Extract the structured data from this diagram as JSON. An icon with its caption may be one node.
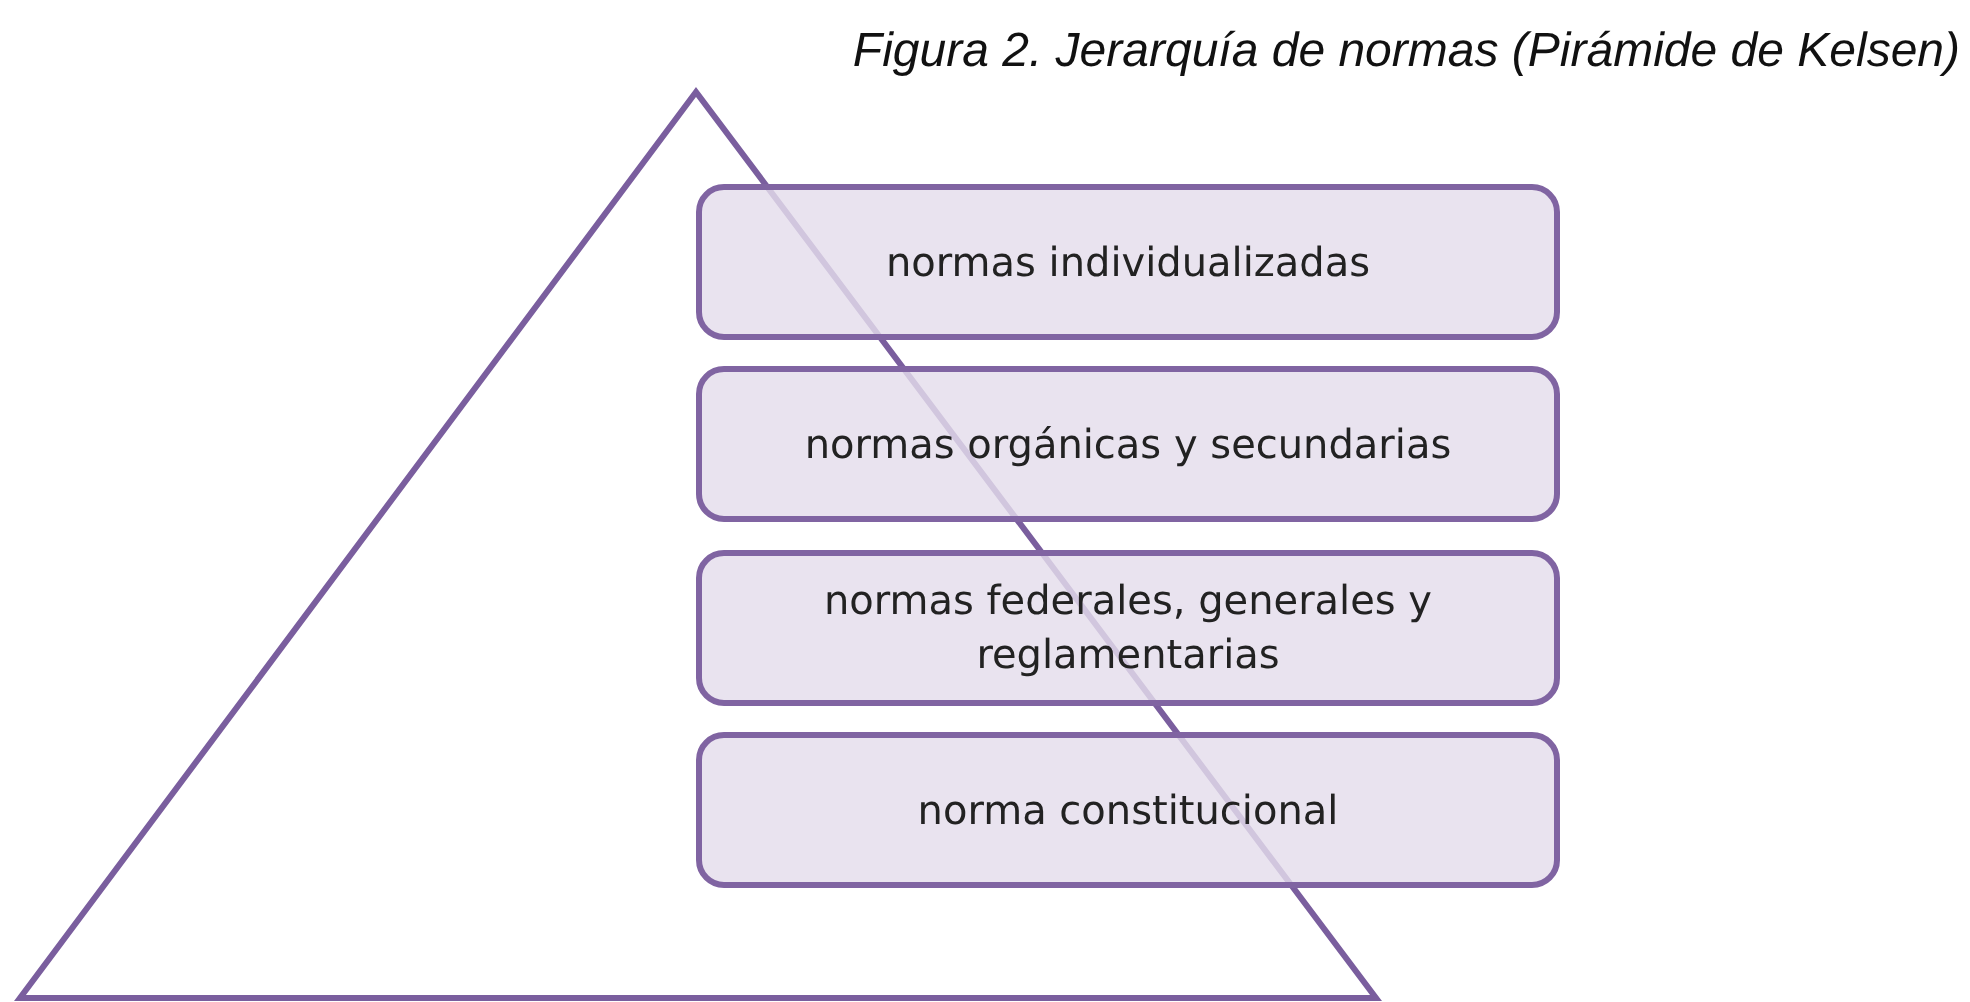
{
  "diagram": {
    "title": "Figura 2. Jerarquía de normas (Pirámide de Kelsen)",
    "nodes": [
      {
        "text": [
          "normas individualizadas"
        ]
      },
      {
        "text": [
          "normas orgánicas y secundarias"
        ]
      },
      {
        "text": [
          "normas federales, generales y reglamentarias"
        ]
      },
      {
        "text": [
          "norma constitucional"
        ]
      }
    ]
  }
}
